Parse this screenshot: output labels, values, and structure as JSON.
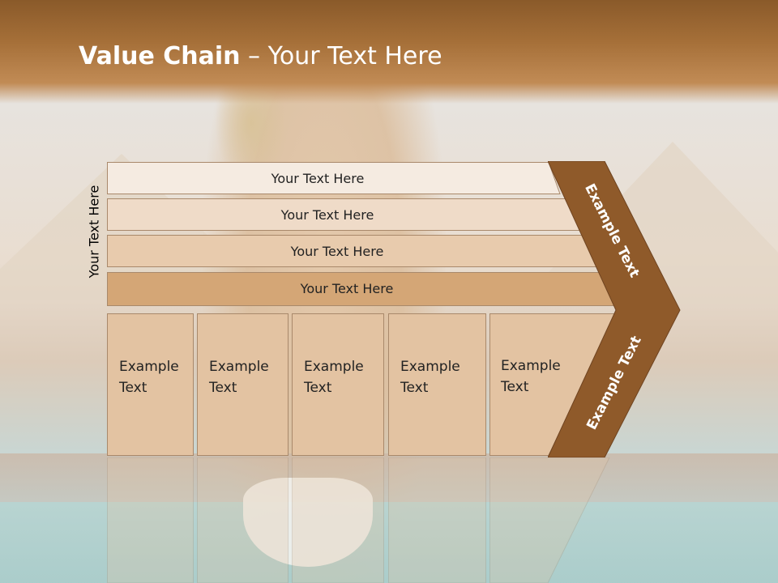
{
  "slide": {
    "title_bold": "Value Chain",
    "title_rest": " – Your Text Here",
    "side_label": "Your Text Here"
  },
  "bands": [
    {
      "label": "Your Text Here",
      "color": "#f5ebe1"
    },
    {
      "label": "Your Text Here",
      "color": "#efdbc8"
    },
    {
      "label": "Your Text Here",
      "color": "#e8cbad"
    },
    {
      "label": "Your Text Here",
      "color": "#d4a676"
    }
  ],
  "activities": [
    {
      "line1": "Example",
      "line2": "Text"
    },
    {
      "line1": "Example",
      "line2": "Text"
    },
    {
      "line1": "Example",
      "line2": "Text"
    },
    {
      "line1": "Example",
      "line2": "Text"
    },
    {
      "line1": "Example",
      "line2": "Text"
    }
  ],
  "margin_arrow": {
    "upper_label": "Example Text",
    "lower_label": "Example Text",
    "color": "#8f5a2a"
  },
  "colors": {
    "title_bar": "#9b6633",
    "box_fill": "#e3c3a2",
    "box_border": "#a9896b"
  }
}
